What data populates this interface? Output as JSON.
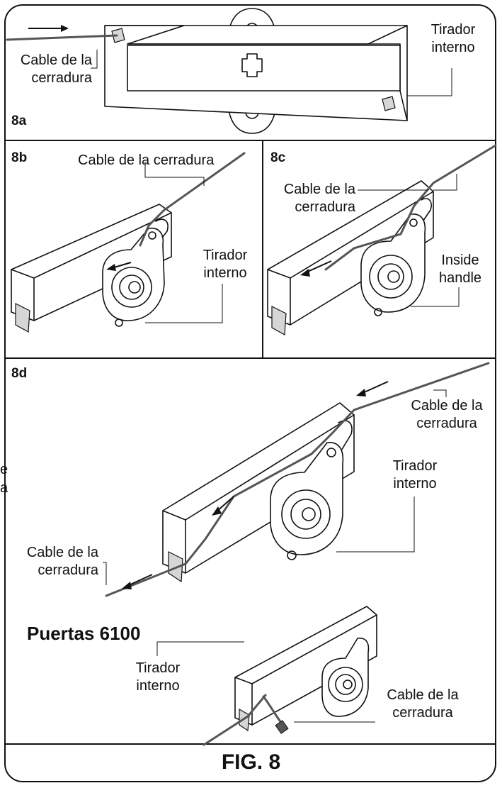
{
  "figure": {
    "title": "FIG. 8",
    "panels": {
      "p8a": {
        "id": "8a",
        "labels": {
          "cable": "Cable de la\ncerradura",
          "handle": "Tirador\ninterno"
        }
      },
      "p8b": {
        "id": "8b",
        "labels": {
          "cable": "Cable de la cerradura",
          "handle": "Tirador\ninterno"
        }
      },
      "p8c": {
        "id": "8c",
        "labels": {
          "cable": "Cable de la\ncerradura",
          "handle": "Inside\nhandle"
        }
      },
      "p8d": {
        "id": "8d",
        "labels": {
          "cable_top": "Cable de la\ncerradura",
          "handle": "Tirador\ninterno",
          "cable_bottom": "Cable de la\ncerradura"
        },
        "section_heading": "Puertas 6100",
        "sub_labels": {
          "handle": "Tirador\ninterno",
          "cable": "Cable de la\ncerradura"
        }
      }
    },
    "edge_fragments": [
      "e",
      "a"
    ]
  }
}
